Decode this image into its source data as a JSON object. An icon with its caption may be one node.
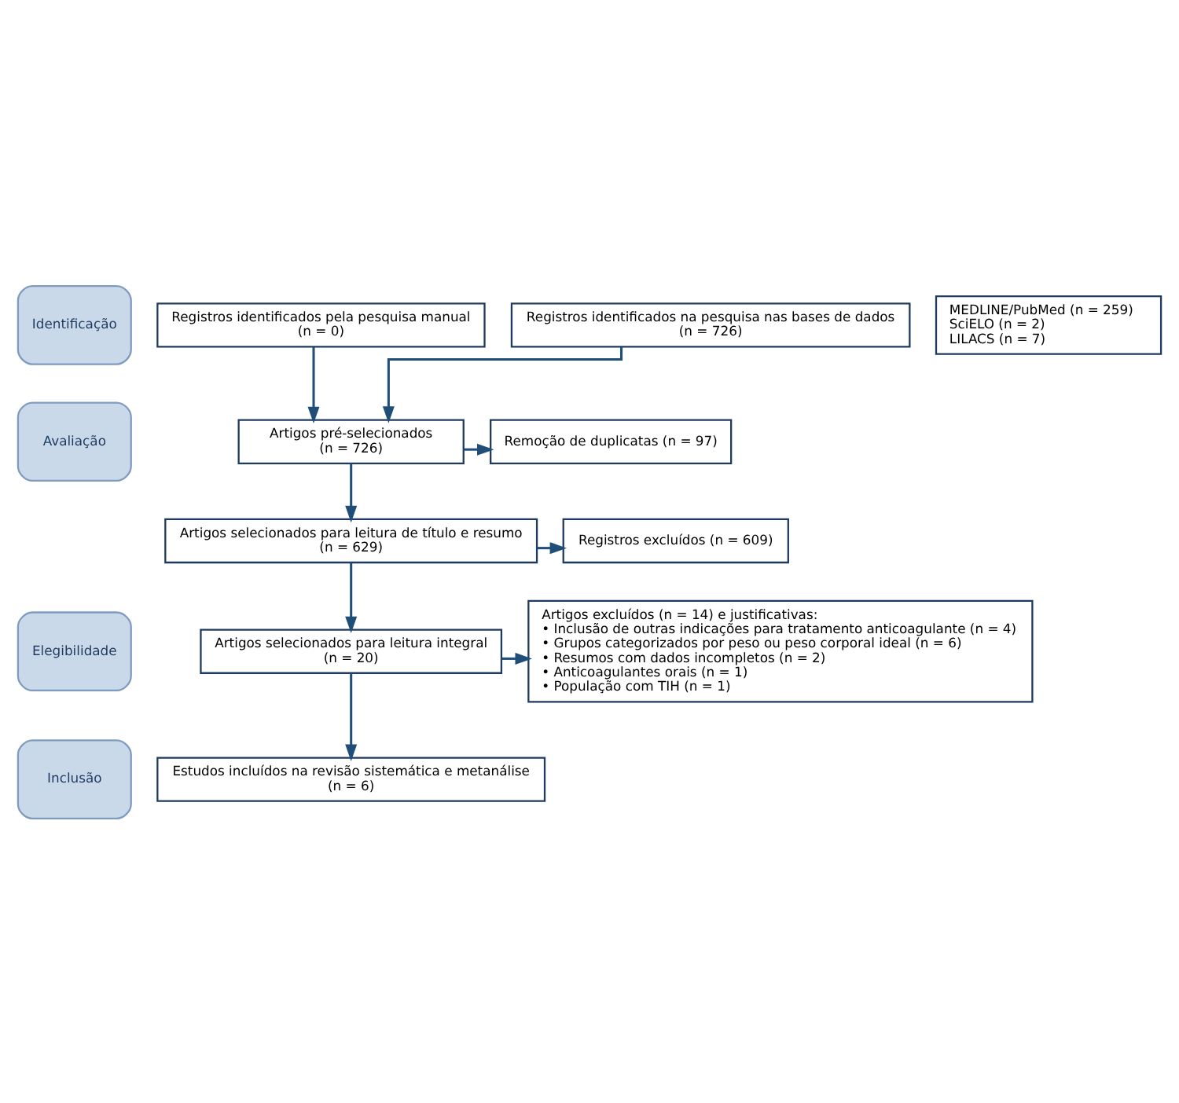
{
  "diagram": {
    "nodes": [
      {
        "text": [
          "Identificação"
        ]
      },
      {
        "text": [
          "Registros identificados pela pesquisa manual",
          "(n = 0)"
        ]
      },
      {
        "text": [
          "Registros identificados na pesquisa nas bases de dados",
          "(n = 726)"
        ]
      },
      {
        "text": [
          "MEDLINE/PubMed (n = 259)",
          "SciELO (n = 2)",
          "LILACS (n = 7)"
        ]
      },
      {
        "text": [
          "Avaliação"
        ]
      },
      {
        "text": [
          "Artigos pré-selecionados",
          "(n = 726)"
        ]
      },
      {
        "text": [
          "Remoção de duplicatas (n = 97)"
        ]
      },
      {
        "text": [
          "Artigos selecionados para leitura de título e resumo",
          "(n = 629)"
        ]
      },
      {
        "text": [
          "Registros excluídos (n = 609)"
        ]
      },
      {
        "text": [
          "Elegibilidade"
        ]
      },
      {
        "text": [
          "Artigos selecionados para leitura integral",
          "(n = 20)"
        ]
      },
      {
        "text": [
          "Artigos excluídos (n = 14) e justificativas:",
          "• Inclusão de outras indicações para tratamento anticoagulante (n = 4)",
          "• Grupos categorizados por peso ou peso corporal ideal (n = 6)",
          "• Resumos com dados incompletos (n = 2)",
          "• Anticoagulantes orais (n = 1)",
          "• População com TIH (n = 1)"
        ]
      },
      {
        "text": [
          "Inclusão"
        ]
      },
      {
        "text": [
          "Estudos incluídos na revisão sistemática e metanálise",
          "(n = 6)"
        ]
      }
    ],
    "edges": [
      {
        "from": 1,
        "to": 5,
        "arrow": "to"
      },
      {
        "from": 2,
        "to": 5,
        "arrow": "to"
      },
      {
        "from": 5,
        "to": 6,
        "arrow": "to"
      },
      {
        "from": 5,
        "to": 7,
        "arrow": "to"
      },
      {
        "from": 7,
        "to": 8,
        "arrow": "to"
      },
      {
        "from": 7,
        "to": 10,
        "arrow": "to"
      },
      {
        "from": 10,
        "to": 11,
        "arrow": "to"
      },
      {
        "from": 10,
        "to": 13,
        "arrow": "to"
      }
    ]
  }
}
